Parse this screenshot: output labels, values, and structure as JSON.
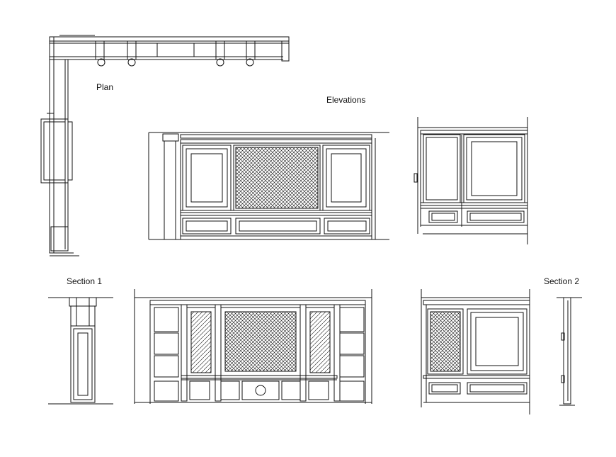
{
  "labels": {
    "plan": "Plan",
    "elevations": "Elevations",
    "section1": "Section 1",
    "section2": "Section 2"
  },
  "colors": {
    "background": "#ffffff",
    "ink": "#111111"
  }
}
